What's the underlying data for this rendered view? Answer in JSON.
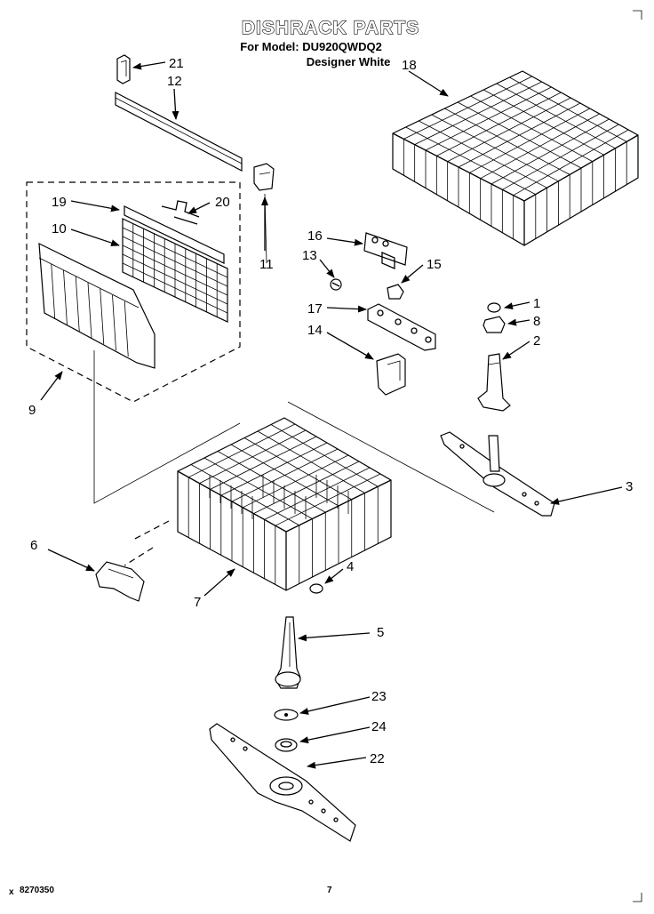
{
  "header": {
    "title": "DISHRACK PARTS",
    "model_line": "For Model: DU920QWDQ2",
    "color_line": "Designer White"
  },
  "callouts": [
    "21",
    "12",
    "18",
    "19",
    "20",
    "10",
    "16",
    "13",
    "15",
    "11",
    "17",
    "1",
    "8",
    "14",
    "2",
    "9",
    "3",
    "6",
    "4",
    "7",
    "5",
    "23",
    "24",
    "22"
  ],
  "footer": {
    "code": "8270350",
    "page": "7",
    "mark": "x"
  }
}
